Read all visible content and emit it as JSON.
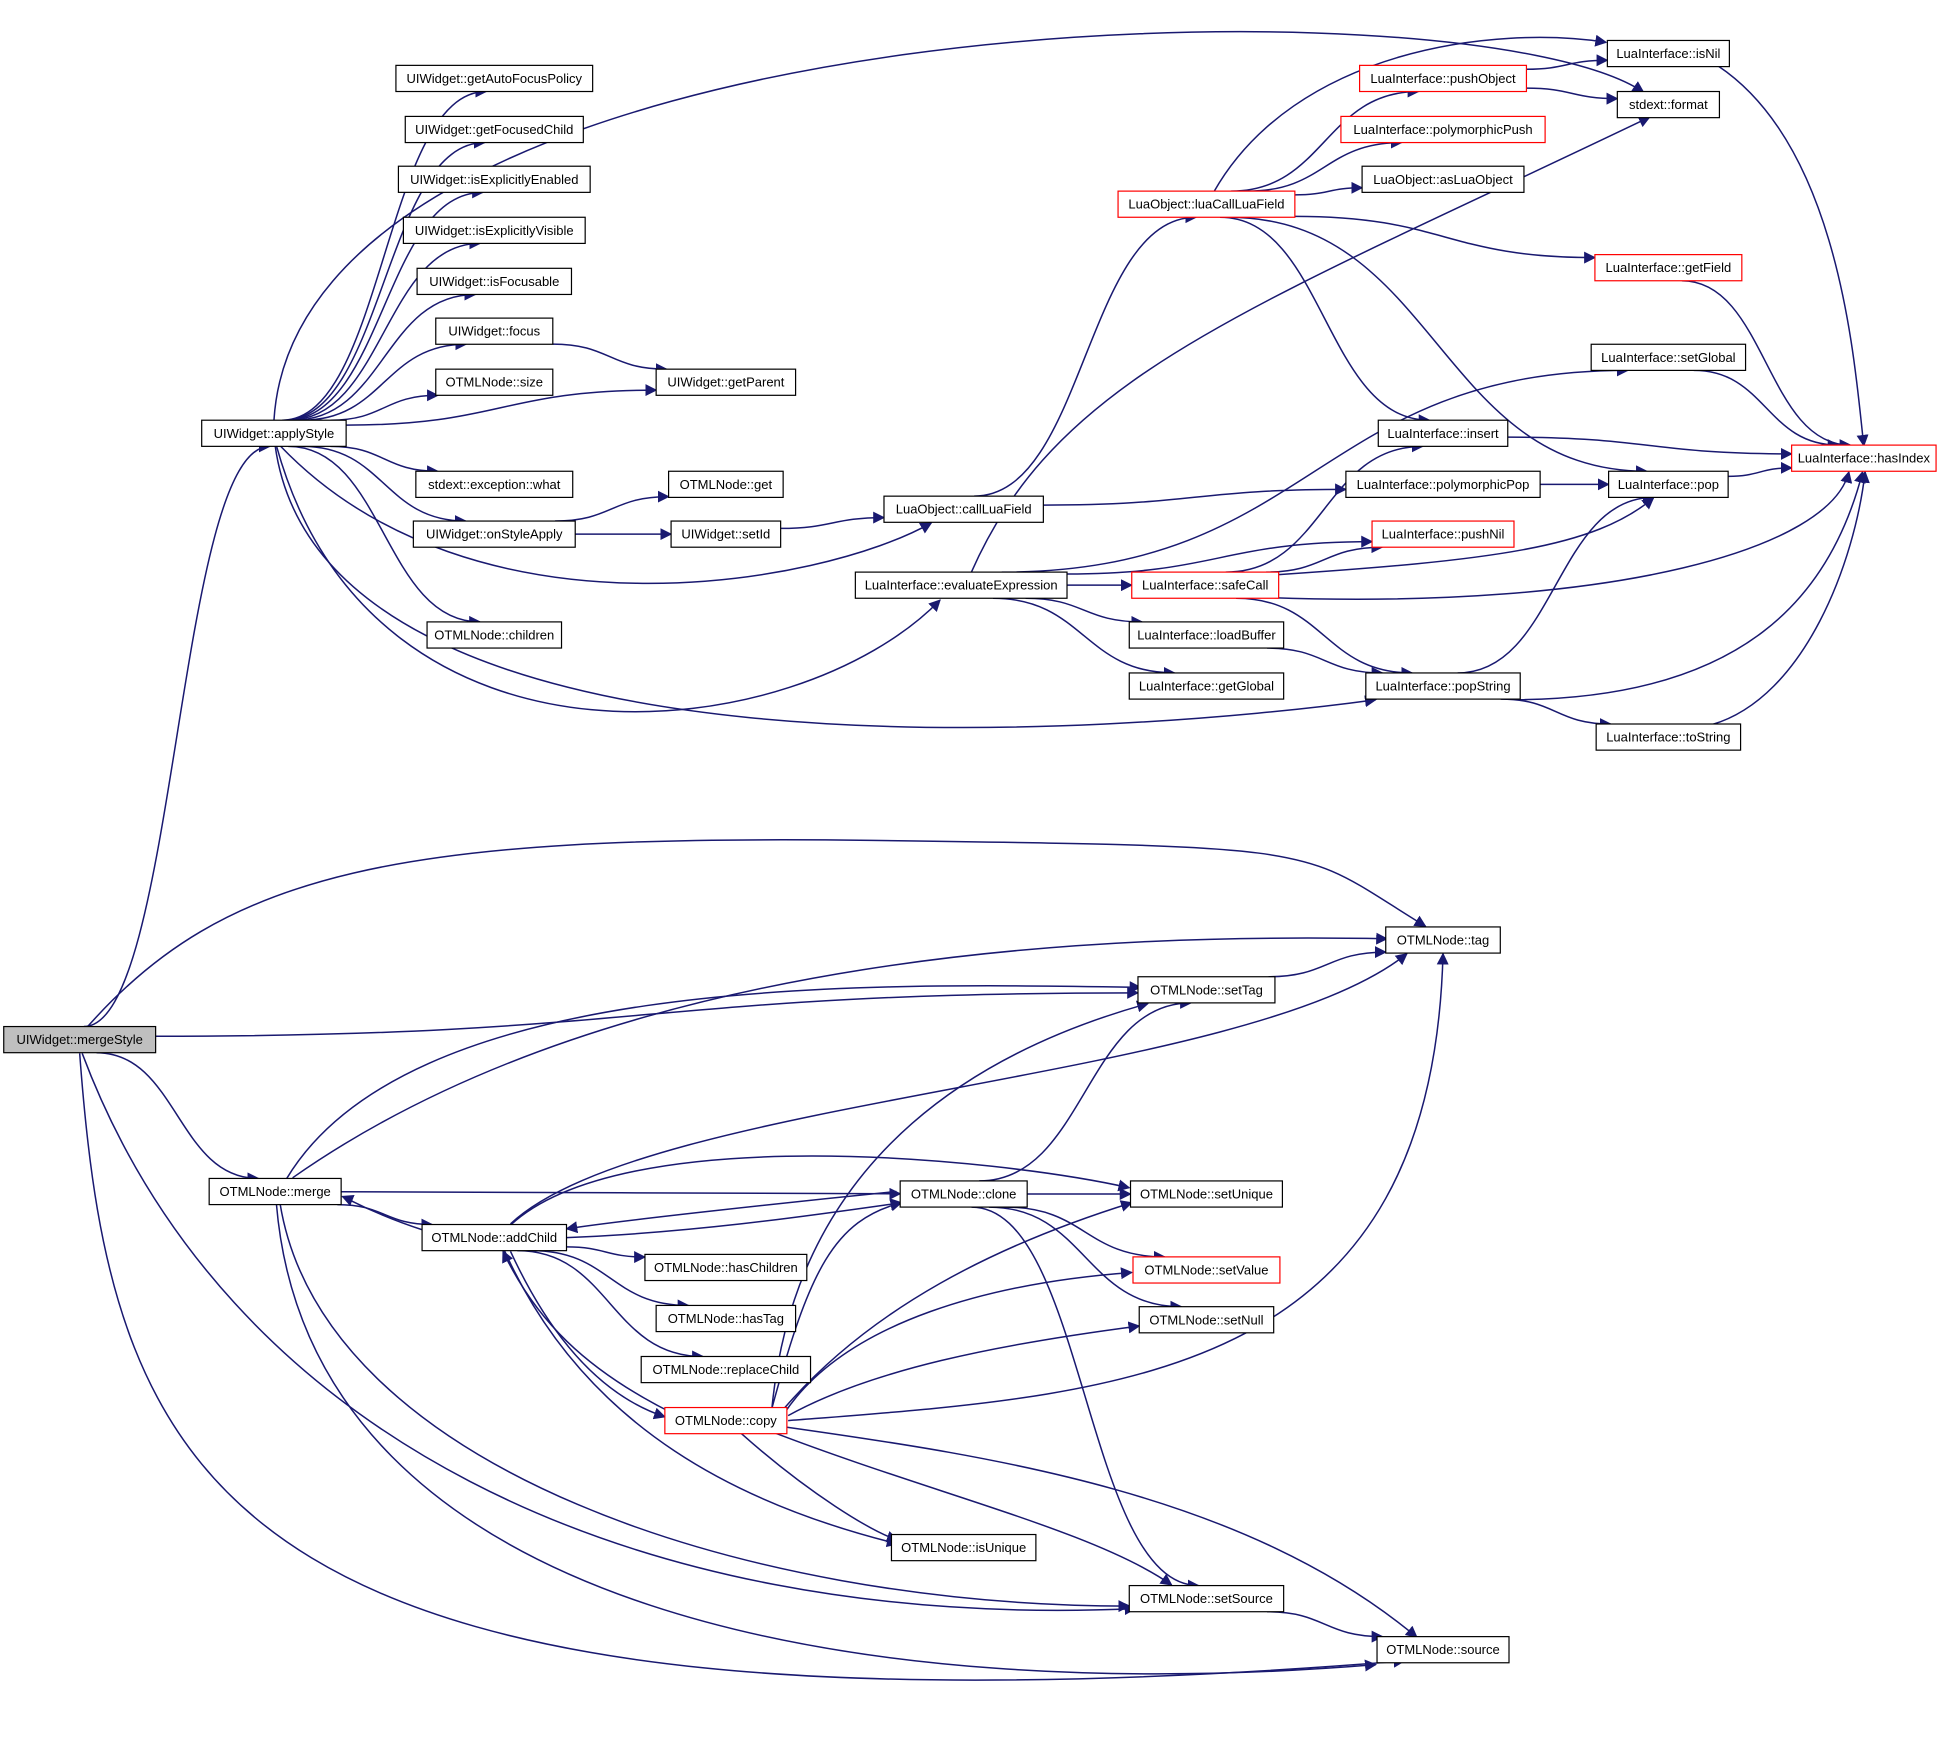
{
  "colors": {
    "edge": "#191970",
    "node_border": "#000000",
    "node_border_truncated": "#ff0000",
    "root_fill": "#bfbfbf"
  },
  "nodes": [
    {
      "id": "mergeStyle",
      "label": "UIWidget::mergeStyle",
      "root": true
    },
    {
      "id": "applyStyle",
      "label": "UIWidget::applyStyle"
    },
    {
      "id": "getAutoFocusPolicy",
      "label": "UIWidget::getAutoFocusPolicy"
    },
    {
      "id": "getFocusedChild",
      "label": "UIWidget::getFocusedChild"
    },
    {
      "id": "isExplicitlyEnabled",
      "label": "UIWidget::isExplicitlyEnabled"
    },
    {
      "id": "isExplicitlyVisible",
      "label": "UIWidget::isExplicitlyVisible"
    },
    {
      "id": "isFocusable",
      "label": "UIWidget::isFocusable"
    },
    {
      "id": "focus",
      "label": "UIWidget::focus"
    },
    {
      "id": "size",
      "label": "OTMLNode::size"
    },
    {
      "id": "getParent",
      "label": "UIWidget::getParent"
    },
    {
      "id": "what",
      "label": "stdext::exception::what"
    },
    {
      "id": "getNode",
      "label": "OTMLNode::get"
    },
    {
      "id": "onStyleApply",
      "label": "UIWidget::onStyleApply"
    },
    {
      "id": "setId",
      "label": "UIWidget::setId"
    },
    {
      "id": "children",
      "label": "OTMLNode::children"
    },
    {
      "id": "callLuaField",
      "label": "LuaObject::callLuaField"
    },
    {
      "id": "luaCallLuaField",
      "label": "LuaObject::luaCallLuaField",
      "truncated": true
    },
    {
      "id": "evaluateExpression",
      "label": "LuaInterface::evaluateExpression"
    },
    {
      "id": "pushObject",
      "label": "LuaInterface::pushObject",
      "truncated": true
    },
    {
      "id": "polymorphicPush",
      "label": "LuaInterface::polymorphicPush",
      "truncated": true
    },
    {
      "id": "asLuaObject",
      "label": "LuaObject::asLuaObject"
    },
    {
      "id": "isNil",
      "label": "LuaInterface::isNil"
    },
    {
      "id": "format",
      "label": "stdext::format"
    },
    {
      "id": "getField",
      "label": "LuaInterface::getField",
      "truncated": true
    },
    {
      "id": "setGlobal",
      "label": "LuaInterface::setGlobal"
    },
    {
      "id": "insert",
      "label": "LuaInterface::insert"
    },
    {
      "id": "polymorphicPop",
      "label": "LuaInterface::polymorphicPop"
    },
    {
      "id": "pop",
      "label": "LuaInterface::pop"
    },
    {
      "id": "hasIndex",
      "label": "LuaInterface::hasIndex",
      "truncated": true
    },
    {
      "id": "pushNil",
      "label": "LuaInterface::pushNil",
      "truncated": true
    },
    {
      "id": "safeCall",
      "label": "LuaInterface::safeCall",
      "truncated": true
    },
    {
      "id": "loadBuffer",
      "label": "LuaInterface::loadBuffer"
    },
    {
      "id": "getGlobal",
      "label": "LuaInterface::getGlobal"
    },
    {
      "id": "popString",
      "label": "LuaInterface::popString"
    },
    {
      "id": "toString",
      "label": "LuaInterface::toString"
    },
    {
      "id": "tag",
      "label": "OTMLNode::tag"
    },
    {
      "id": "setTag",
      "label": "OTMLNode::setTag"
    },
    {
      "id": "merge",
      "label": "OTMLNode::merge"
    },
    {
      "id": "addChild",
      "label": "OTMLNode::addChild"
    },
    {
      "id": "clone",
      "label": "OTMLNode::clone"
    },
    {
      "id": "setUnique",
      "label": "OTMLNode::setUnique"
    },
    {
      "id": "hasChildren",
      "label": "OTMLNode::hasChildren"
    },
    {
      "id": "setValue",
      "label": "OTMLNode::setValue",
      "truncated": true
    },
    {
      "id": "hasTag",
      "label": "OTMLNode::hasTag"
    },
    {
      "id": "setNull",
      "label": "OTMLNode::setNull"
    },
    {
      "id": "replaceChild",
      "label": "OTMLNode::replaceChild"
    },
    {
      "id": "copy",
      "label": "OTMLNode::copy",
      "truncated": true
    },
    {
      "id": "isUnique",
      "label": "OTMLNode::isUnique"
    },
    {
      "id": "setSource",
      "label": "OTMLNode::setSource"
    },
    {
      "id": "source",
      "label": "OTMLNode::source"
    }
  ],
  "edges": [
    [
      "mergeStyle",
      "applyStyle"
    ],
    [
      "mergeStyle",
      "tag"
    ],
    [
      "mergeStyle",
      "setTag"
    ],
    [
      "mergeStyle",
      "merge"
    ],
    [
      "mergeStyle",
      "setSource"
    ],
    [
      "mergeStyle",
      "source"
    ],
    [
      "applyStyle",
      "format"
    ],
    [
      "applyStyle",
      "getAutoFocusPolicy"
    ],
    [
      "applyStyle",
      "getFocusedChild"
    ],
    [
      "applyStyle",
      "isExplicitlyEnabled"
    ],
    [
      "applyStyle",
      "isExplicitlyVisible"
    ],
    [
      "applyStyle",
      "isFocusable"
    ],
    [
      "applyStyle",
      "focus"
    ],
    [
      "applyStyle",
      "size"
    ],
    [
      "applyStyle",
      "getParent"
    ],
    [
      "applyStyle",
      "what"
    ],
    [
      "applyStyle",
      "onStyleApply"
    ],
    [
      "applyStyle",
      "callLuaField"
    ],
    [
      "applyStyle",
      "children"
    ],
    [
      "applyStyle",
      "evaluateExpression"
    ],
    [
      "applyStyle",
      "popString"
    ],
    [
      "focus",
      "getParent"
    ],
    [
      "onStyleApply",
      "getNode"
    ],
    [
      "onStyleApply",
      "setId"
    ],
    [
      "setId",
      "callLuaField"
    ],
    [
      "callLuaField",
      "luaCallLuaField"
    ],
    [
      "callLuaField",
      "polymorphicPop"
    ],
    [
      "luaCallLuaField",
      "isNil"
    ],
    [
      "luaCallLuaField",
      "pushObject"
    ],
    [
      "luaCallLuaField",
      "polymorphicPush"
    ],
    [
      "luaCallLuaField",
      "asLuaObject"
    ],
    [
      "luaCallLuaField",
      "getField"
    ],
    [
      "luaCallLuaField",
      "insert"
    ],
    [
      "luaCallLuaField",
      "pop"
    ],
    [
      "pushObject",
      "isNil"
    ],
    [
      "pushObject",
      "format"
    ],
    [
      "isNil",
      "hasIndex"
    ],
    [
      "getField",
      "hasIndex"
    ],
    [
      "setGlobal",
      "hasIndex"
    ],
    [
      "insert",
      "hasIndex"
    ],
    [
      "polymorphicPop",
      "pop"
    ],
    [
      "pop",
      "hasIndex"
    ],
    [
      "evaluateExpression",
      "format"
    ],
    [
      "evaluateExpression",
      "setGlobal"
    ],
    [
      "evaluateExpression",
      "pushNil"
    ],
    [
      "evaluateExpression",
      "safeCall"
    ],
    [
      "evaluateExpression",
      "loadBuffer"
    ],
    [
      "evaluateExpression",
      "getGlobal"
    ],
    [
      "safeCall",
      "insert"
    ],
    [
      "safeCall",
      "pushNil"
    ],
    [
      "safeCall",
      "pop"
    ],
    [
      "safeCall",
      "hasIndex"
    ],
    [
      "safeCall",
      "popString"
    ],
    [
      "loadBuffer",
      "popString"
    ],
    [
      "popString",
      "pop"
    ],
    [
      "popString",
      "hasIndex"
    ],
    [
      "popString",
      "toString"
    ],
    [
      "toString",
      "hasIndex"
    ],
    [
      "setTag",
      "tag"
    ],
    [
      "merge",
      "setTag"
    ],
    [
      "merge",
      "tag"
    ],
    [
      "merge",
      "addChild"
    ],
    [
      "merge",
      "clone"
    ],
    [
      "merge",
      "setSource"
    ],
    [
      "merge",
      "source"
    ],
    [
      "addChild",
      "merge"
    ],
    [
      "addChild",
      "clone"
    ],
    [
      "addChild",
      "hasChildren"
    ],
    [
      "addChild",
      "hasTag"
    ],
    [
      "addChild",
      "replaceChild"
    ],
    [
      "addChild",
      "copy"
    ],
    [
      "addChild",
      "isUnique"
    ],
    [
      "addChild",
      "setUnique"
    ],
    [
      "addChild",
      "tag"
    ],
    [
      "clone",
      "setTag"
    ],
    [
      "clone",
      "addChild"
    ],
    [
      "clone",
      "setUnique"
    ],
    [
      "clone",
      "setValue"
    ],
    [
      "clone",
      "setNull"
    ],
    [
      "clone",
      "setSource"
    ],
    [
      "copy",
      "setTag"
    ],
    [
      "copy",
      "addChild"
    ],
    [
      "copy",
      "clone"
    ],
    [
      "copy",
      "setUnique"
    ],
    [
      "copy",
      "setValue"
    ],
    [
      "copy",
      "setNull"
    ],
    [
      "copy",
      "tag"
    ],
    [
      "copy",
      "isUnique"
    ],
    [
      "copy",
      "setSource"
    ],
    [
      "copy",
      "source"
    ],
    [
      "setSource",
      "source"
    ]
  ]
}
